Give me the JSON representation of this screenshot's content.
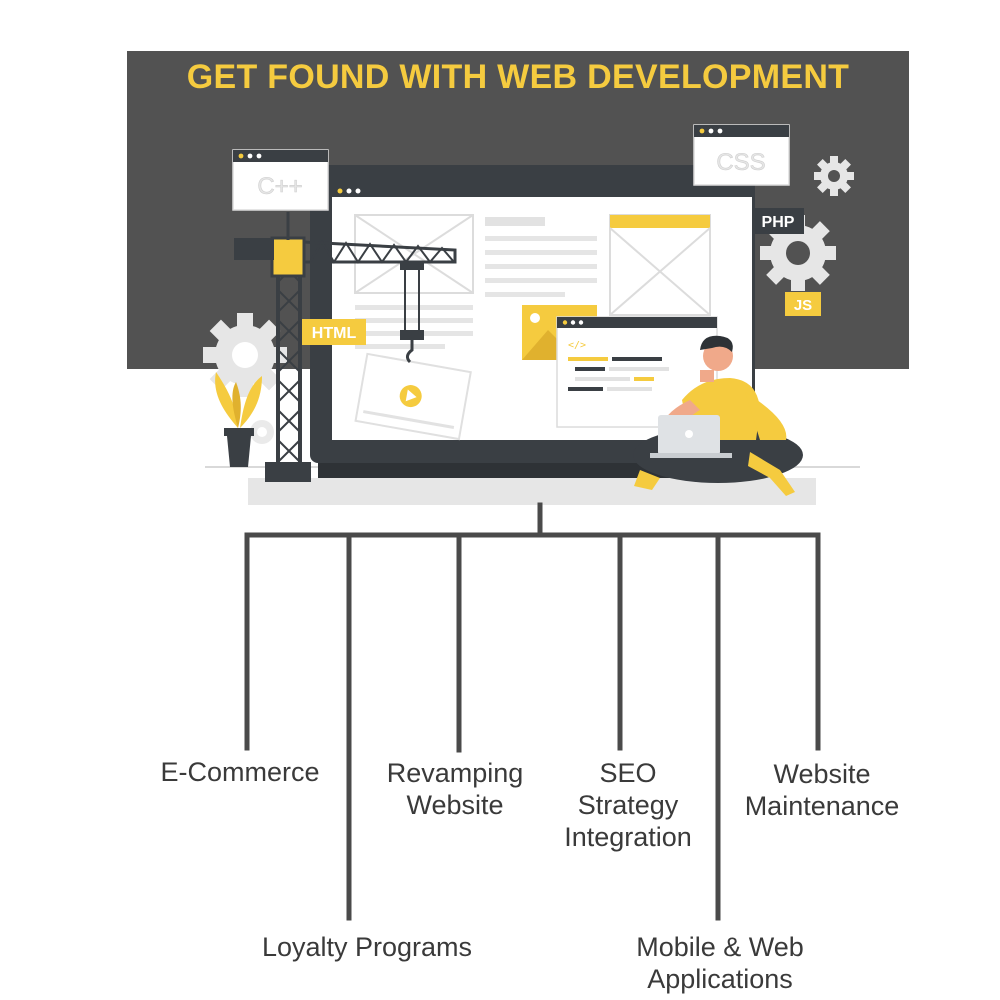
{
  "title": "GET FOUND WITH WEB DEVELOPMENT",
  "colors": {
    "banner": "#525252",
    "accent": "#F5CB3F",
    "dark": "#3a3f44",
    "line": "#4a4a4a"
  },
  "illustration": {
    "badges": {
      "cpp": "C++",
      "css": "CSS",
      "php": "PHP",
      "html": "HTML",
      "js": "JS"
    },
    "icons": [
      "gear-icon",
      "play-icon",
      "crane-icon",
      "plant-icon",
      "laptop-icon",
      "person-icon"
    ]
  },
  "branches": {
    "ecommerce": "E-Commerce",
    "loyalty": "Loyalty Programs",
    "revamping": "Revamping\nWebsite",
    "seo": "SEO\nStrategy\nIntegration",
    "mobile": "Mobile & Web\nApplications",
    "maintenance": "Website\nMaintenance"
  }
}
